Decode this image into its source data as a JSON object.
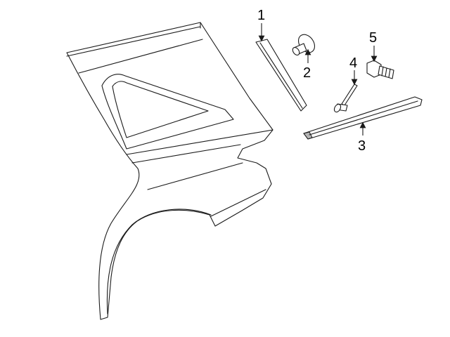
{
  "diagram": {
    "colors": {
      "line": "#1a1a1a",
      "fill": "#ffffff",
      "shade": "#b5b5b5",
      "text": "#000000"
    },
    "callouts": [
      {
        "number": "1",
        "part": "door-frame-molding-strip"
      },
      {
        "number": "2",
        "part": "push-clip-fastener"
      },
      {
        "number": "3",
        "part": "rocker-molding"
      },
      {
        "number": "4",
        "part": "pin-rivet"
      },
      {
        "number": "5",
        "part": "hex-bolt"
      }
    ]
  }
}
